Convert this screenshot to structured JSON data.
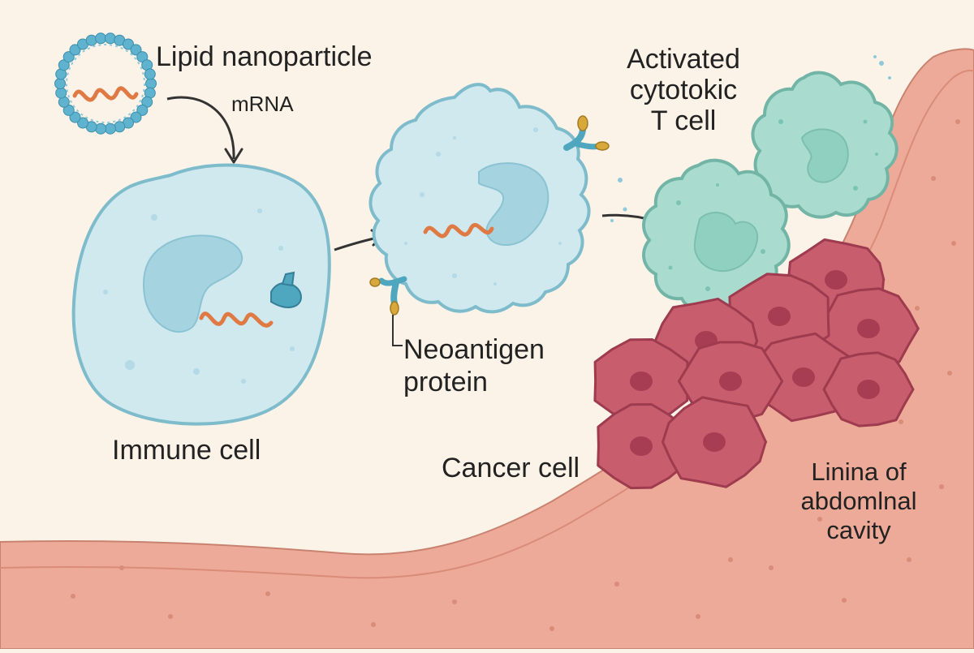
{
  "labels": {
    "lipid_nanoparticle": "Lipid nanoparticle",
    "mrna": "mRNA",
    "activated_t_cell": [
      "Activated",
      "cytotokic",
      "T cell"
    ],
    "immune_cell": "Immune cell",
    "neoantigen": [
      "Neoantigen",
      "protein"
    ],
    "cancer_cell": "Cancer cell",
    "lining": [
      "Linina of",
      "abdomlnal",
      "cavity"
    ]
  },
  "colors": {
    "background": "#fbf3e8",
    "tissue": "#eeaa98",
    "immune_cell": "#cfe9ef",
    "immune_outline": "#7fbccb",
    "t_cell": "#a9dccf",
    "t_cell_outline": "#72b5a6",
    "cancer_cell": "#c85d6e",
    "cancer_outline": "#9e3b4f",
    "mrna": "#e07a45",
    "receptor": "#4ea6bf",
    "antigen_tip": "#d9a83a"
  }
}
